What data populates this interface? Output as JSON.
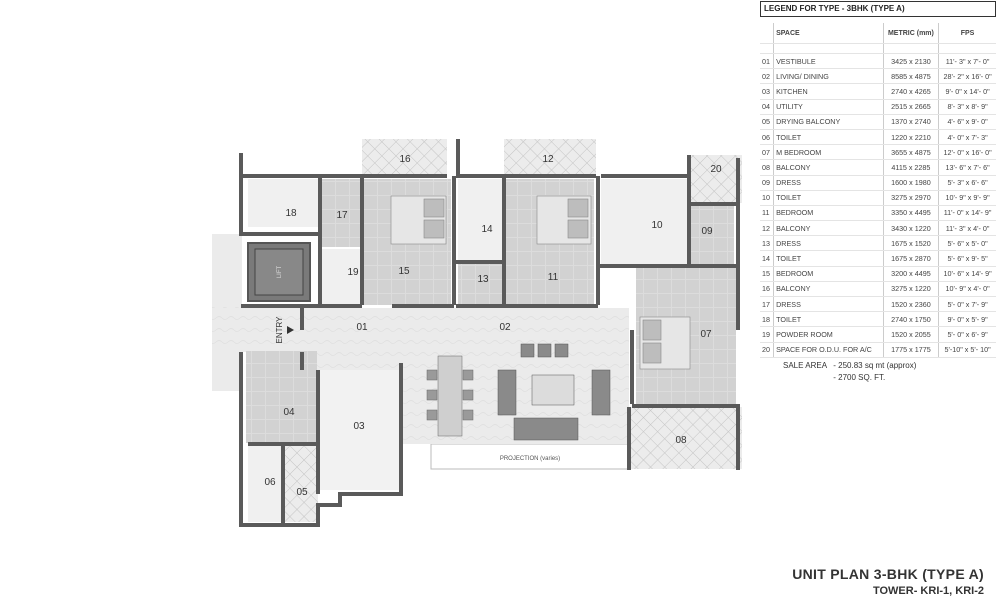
{
  "legend": {
    "title": "LEGEND FOR TYPE - 3BHK (TYPE A)",
    "headers": {
      "space": "SPACE",
      "metric": "METRIC (mm)",
      "fps": "FPS"
    },
    "rows": [
      {
        "no": "01",
        "space": "VESTIBULE",
        "metric": "3425 x 2130",
        "fps": "11'- 3\" x 7'- 0\""
      },
      {
        "no": "02",
        "space": "LIVING/ DINING",
        "metric": "8585 x 4875",
        "fps": "28'- 2\" x 16'- 0\""
      },
      {
        "no": "03",
        "space": "KITCHEN",
        "metric": "2740 x 4265",
        "fps": "9'- 0\" x 14'- 0\""
      },
      {
        "no": "04",
        "space": "UTILITY",
        "metric": "2515 x 2665",
        "fps": "8'- 3\" x 8'- 9\""
      },
      {
        "no": "05",
        "space": "DRYING BALCONY",
        "metric": "1370 x 2740",
        "fps": "4'- 6\" x 9'- 0\""
      },
      {
        "no": "06",
        "space": "TOILET",
        "metric": "1220 x 2210",
        "fps": "4'- 0\" x 7'- 3\""
      },
      {
        "no": "07",
        "space": "M BEDROOM",
        "metric": "3655 x 4875",
        "fps": "12'- 0\" x 16'- 0\""
      },
      {
        "no": "08",
        "space": "BALCONY",
        "metric": "4115 x 2285",
        "fps": "13'- 6\" x 7'- 6\""
      },
      {
        "no": "09",
        "space": "DRESS",
        "metric": "1600 x 1980",
        "fps": "5'- 3\" x 6'- 6\""
      },
      {
        "no": "10",
        "space": "TOILET",
        "metric": "3275 x 2970",
        "fps": "10'- 9\" x 9'- 9\""
      },
      {
        "no": "11",
        "space": "BEDROOM",
        "metric": "3350 x 4495",
        "fps": "11'- 0\" x 14'- 9\""
      },
      {
        "no": "12",
        "space": "BALCONY",
        "metric": "3430 x 1220",
        "fps": "11'- 3\" x 4'- 0\""
      },
      {
        "no": "13",
        "space": "DRESS",
        "metric": "1675 x 1520",
        "fps": "5'- 6\" x 5'- 0\""
      },
      {
        "no": "14",
        "space": "TOILET",
        "metric": "1675 x 2870",
        "fps": "5'- 6\" x 9'- 5\""
      },
      {
        "no": "15",
        "space": "BEDROOM",
        "metric": "3200 x 4495",
        "fps": "10'- 6\" x 14'- 9\""
      },
      {
        "no": "16",
        "space": "BALCONY",
        "metric": "3275 x 1220",
        "fps": "10'- 9\" x 4'- 0\""
      },
      {
        "no": "17",
        "space": "DRESS",
        "metric": "1520 x 2360",
        "fps": "5'- 0\" x 7'- 9\""
      },
      {
        "no": "18",
        "space": "TOILET",
        "metric": "2740 x 1750",
        "fps": "9'- 0\" x 5'- 9\""
      },
      {
        "no": "19",
        "space": "POWDER ROOM",
        "metric": "1520 x 2055",
        "fps": "5'- 0\" x 6'- 9\""
      },
      {
        "no": "20",
        "space": "SPACE FOR O.D.U. FOR A/C",
        "metric": "1775 x 1775",
        "fps": "5'-10\" x 5'- 10\""
      }
    ]
  },
  "sale_area": {
    "label": "SALE AREA",
    "metric": "- 250.83 sq mt (approx)",
    "sqft": "- 2700 SQ. FT."
  },
  "caption": {
    "title": "UNIT PLAN 3-BHK (TYPE A)",
    "tower": "TOWER- KRI-1, KRI-2"
  },
  "plan": {
    "entry": "ENTRY",
    "lift": "LIFT",
    "projection": "PROJECTION (varies)",
    "rooms": [
      "01",
      "02",
      "03",
      "04",
      "05",
      "06",
      "07",
      "08",
      "09",
      "10",
      "11",
      "12",
      "13",
      "14",
      "15",
      "16",
      "17",
      "18",
      "19",
      "20"
    ]
  }
}
